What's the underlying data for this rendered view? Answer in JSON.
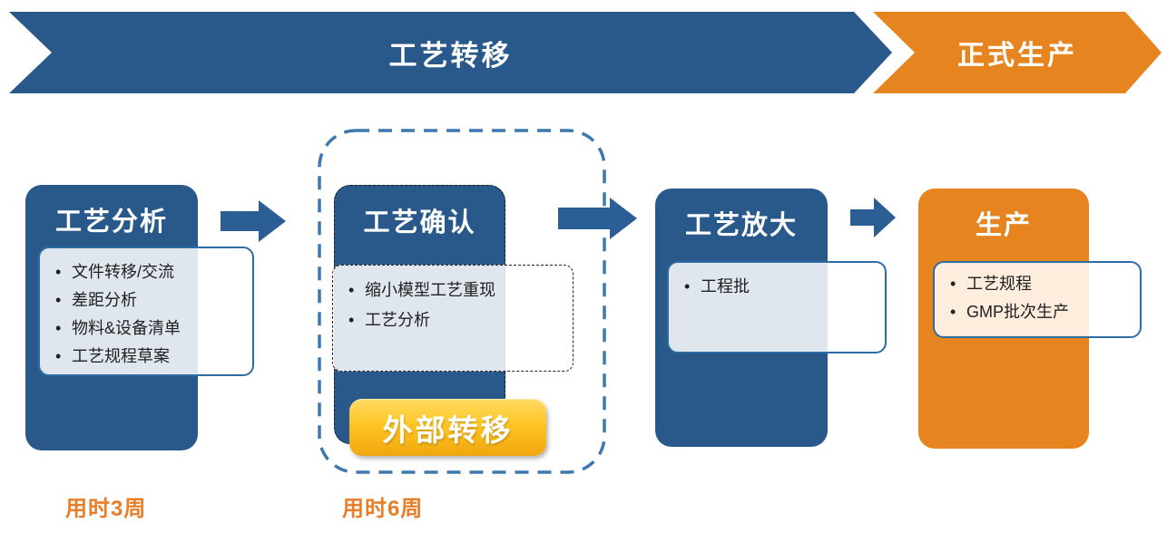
{
  "banner": {
    "segments": [
      {
        "label": "工艺转移",
        "color": "#29598B"
      },
      {
        "label": "正式生产",
        "color": "#E6851F"
      }
    ]
  },
  "stages": [
    {
      "title": "工艺分析",
      "items": [
        "文件转移/交流",
        "差距分析",
        "物料&设备清单",
        "工艺规程草案"
      ],
      "duration": "用时3周"
    },
    {
      "title": "工艺确认",
      "items": [
        "缩小模型工艺重现",
        "工艺分析"
      ],
      "badge": "外部转移",
      "duration": "用时6周"
    },
    {
      "title": "工艺放大",
      "items": [
        "工程批"
      ]
    },
    {
      "title": "生产",
      "items": [
        "工艺规程",
        "GMP批次生产"
      ]
    }
  ],
  "colors": {
    "primary_blue": "#29598B",
    "accent_orange": "#E6851F",
    "arrow_blue": "#2A5E94",
    "dashed_group_border": "#3D79AE",
    "badge_gold_top": "#FFDB66",
    "badge_gold_bottom": "#F0A70E",
    "duration_text": "#E87E28"
  }
}
